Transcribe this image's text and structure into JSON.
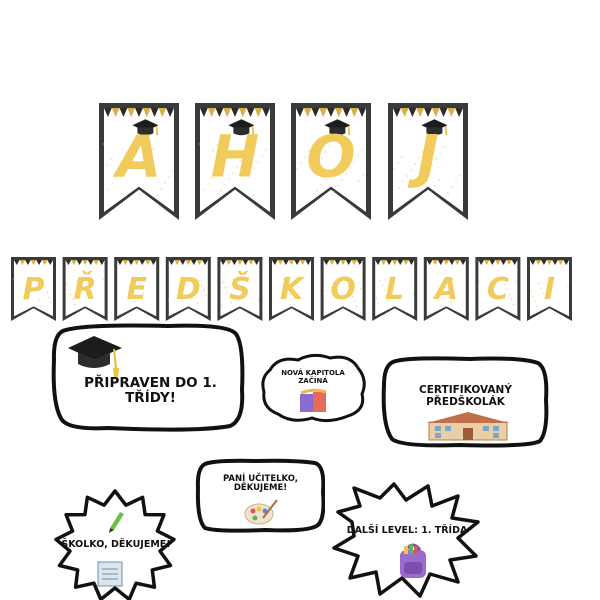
{
  "banner_top": {
    "letters": [
      "A",
      "H",
      "O",
      "J"
    ]
  },
  "banner_bottom": {
    "letters": [
      "P",
      "Ř",
      "E",
      "D",
      "Š",
      "K",
      "O",
      "L",
      "A",
      "C",
      "I"
    ]
  },
  "colors": {
    "gold": "#f1cc5c",
    "frame": "#3a3a3a",
    "pennant_dark": "#2b2b2b",
    "pennant_gold": "#d8b04a"
  },
  "cards": {
    "ready": {
      "text": "Připraven do 1. třídy!",
      "icon": "graduation-cap-icon"
    },
    "new_chapter": {
      "text": "Nová kapitola začíná",
      "icon": "books-icon"
    },
    "certified": {
      "text": "Certifikovaný předškolák",
      "icon": "school-building-icon"
    },
    "teacher": {
      "text": "Paní učitelko, děkujeme!",
      "icon": "paint-palette-icon"
    },
    "kindergarten": {
      "text": "Školko, děkujeme!",
      "icon": "notebook-pencil-icon"
    },
    "next_level": {
      "text": "Další level: 1. třída",
      "icon": "backpack-icon"
    }
  }
}
